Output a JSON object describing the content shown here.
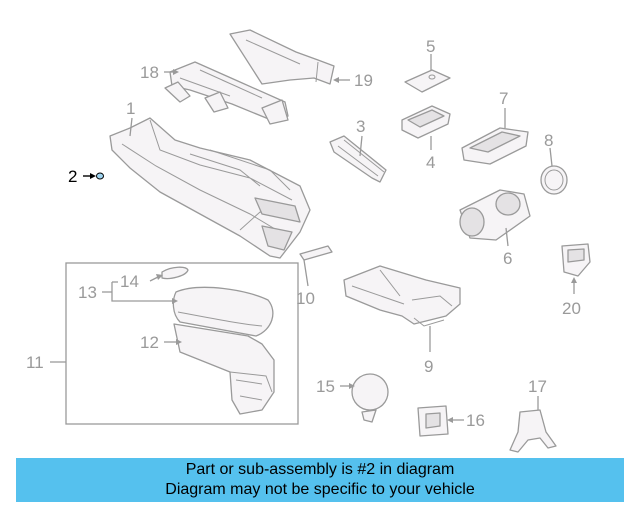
{
  "diagram": {
    "callouts": {
      "c1": "1",
      "c2": "2",
      "c3": "3",
      "c4": "4",
      "c5": "5",
      "c6": "6",
      "c7": "7",
      "c8": "8",
      "c9": "9",
      "c10": "10",
      "c11": "11",
      "c12": "12",
      "c13": "13",
      "c14": "14",
      "c15": "15",
      "c16": "16",
      "c17": "17",
      "c18": "18",
      "c19": "19",
      "c20": "20"
    },
    "line_color": "#9a9a9a",
    "highlight_color": "#000000"
  },
  "info_bar": {
    "line1": "Part or sub-assembly is #2 in diagram",
    "line2": "Diagram may not be specific to your vehicle",
    "background": "#55c1ee"
  }
}
